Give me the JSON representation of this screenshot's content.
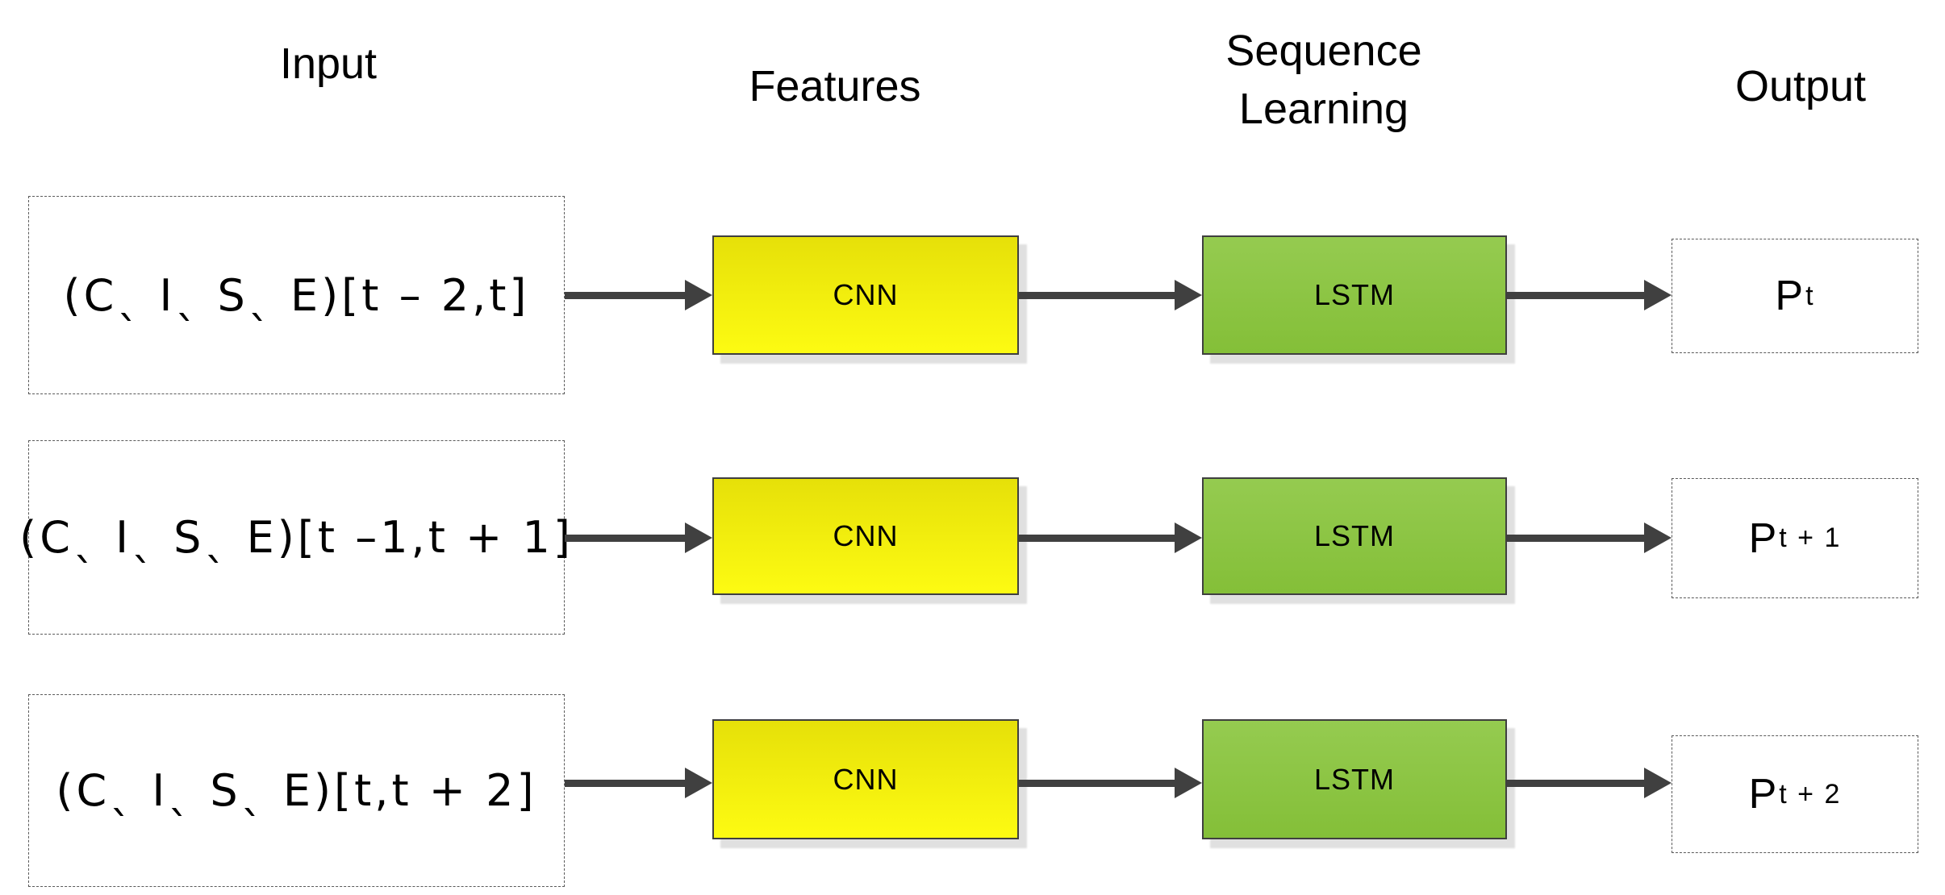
{
  "headers": {
    "input": "Input",
    "features": "Features",
    "sequence_learning": "Sequence Learning",
    "output": "Output"
  },
  "rows": [
    {
      "input_label": "(C、I、S、E)[t – 2,t]",
      "feature_label": "CNN",
      "sequence_label": "LSTM",
      "output_main": "P",
      "output_sub": "t"
    },
    {
      "input_label": "(C、I、S、E)[t –1,t + 1]",
      "feature_label": "CNN",
      "sequence_label": "LSTM",
      "output_main": "P",
      "output_sub": "t + 1"
    },
    {
      "input_label": "(C、I、S、E)[t,t + 2]",
      "feature_label": "CNN",
      "sequence_label": "LSTM",
      "output_main": "P",
      "output_sub": "t + 2"
    }
  ],
  "colors": {
    "cnn_top": "#e6e009",
    "cnn_bottom": "#fdfb12",
    "lstm_top": "#95cb50",
    "lstm_bottom": "#84bf38",
    "box_border": "#3f3f3f",
    "arrow": "#404040",
    "dash_border": "#5a5a5a",
    "shadow": "#e0e0e0",
    "text": "#000000"
  }
}
